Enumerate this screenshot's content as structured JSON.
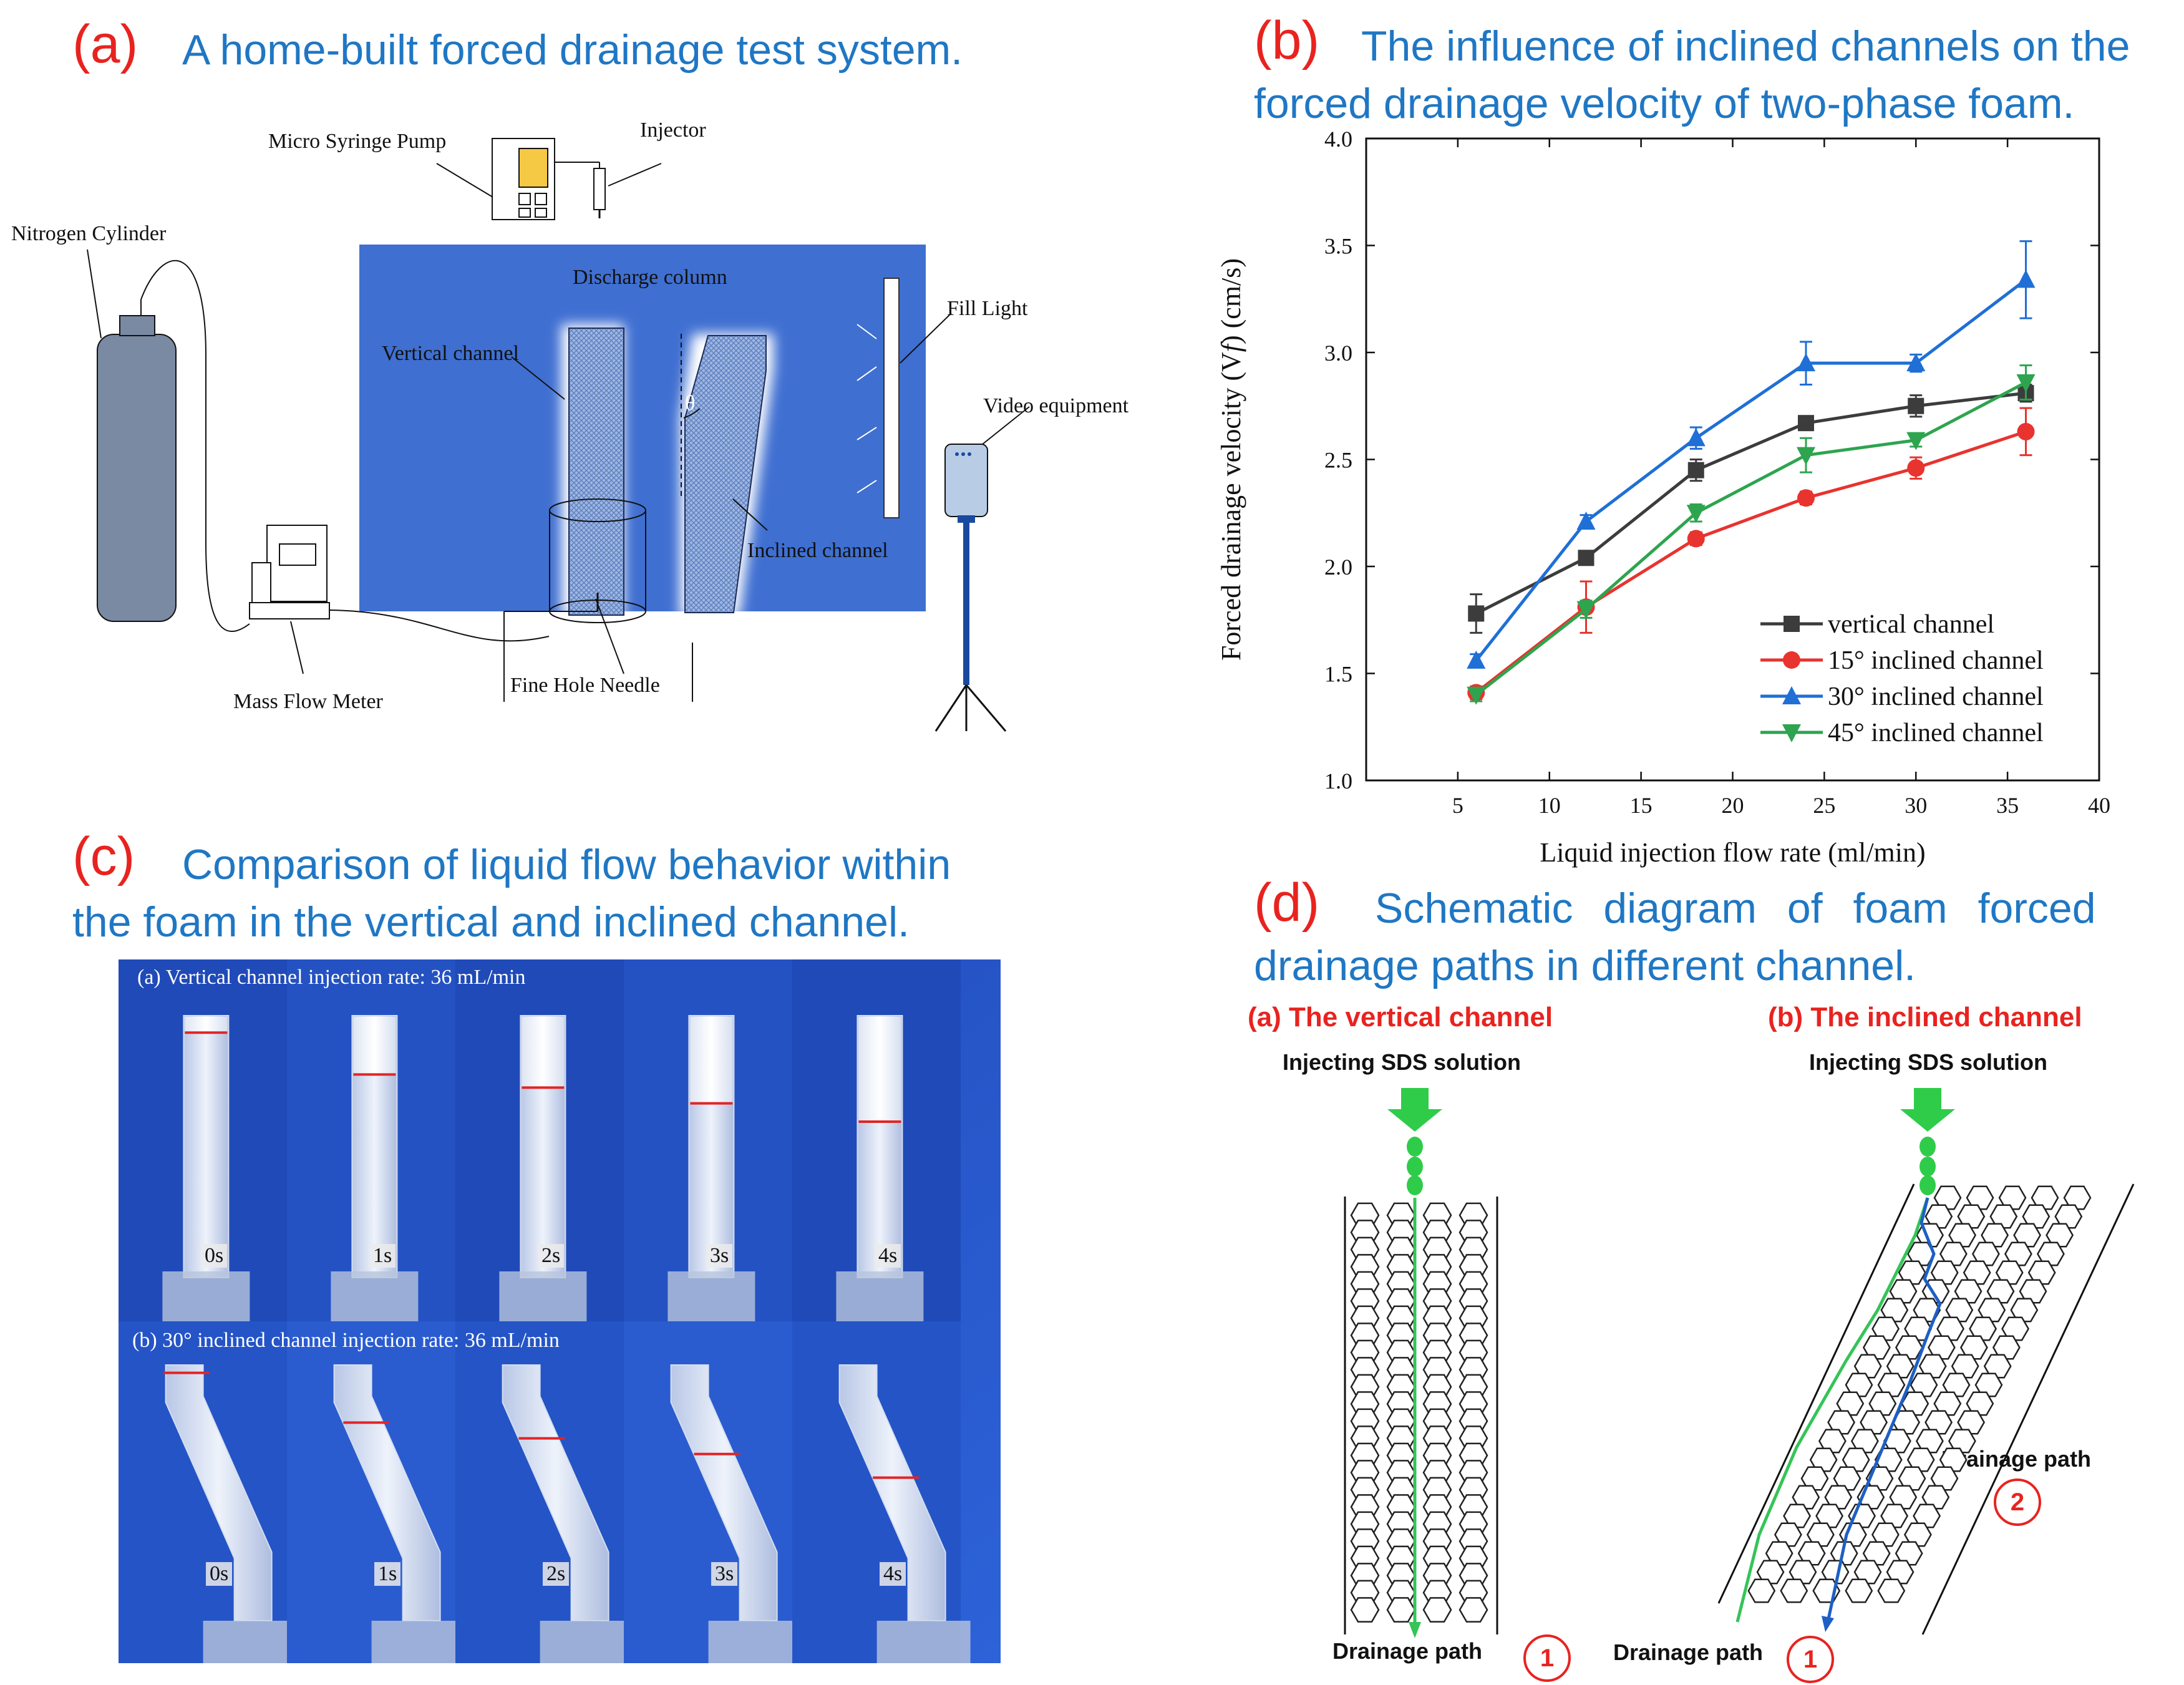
{
  "panel_a": {
    "label": "(a)",
    "title": "A home-built forced drainage test system.",
    "labels": {
      "micro_syringe_pump": "Micro Syringe Pump",
      "injector": "Injector",
      "nitrogen_cylinder": "Nitrogen Cylinder",
      "discharge_column": "Discharge column",
      "vertical_channel": "Vertical channel",
      "fill_light": "Fill Light",
      "video_equipment": "Video equipment",
      "inclined_channel": "Inclined channel",
      "mass_flow_meter": "Mass Flow Meter",
      "fine_hole_needle": "Fine Hole Needle",
      "theta": "θ"
    },
    "colors": {
      "column_bg": "#3f6fd1",
      "pump_screen": "#f6c945",
      "cylinder": "#7a8aa3"
    }
  },
  "panel_b": {
    "label": "(b)",
    "title_line1": "The influence of inclined channels on the",
    "title_line2": "forced drainage velocity of two-phase foam."
  },
  "chart_data": {
    "type": "line",
    "xlabel": "Liquid injection flow rate (ml/min)",
    "ylabel": "Forced drainage velocity (V",
    "ylabel_sub": "f",
    "ylabel_tail": ") (cm/s)",
    "xlim": [
      0,
      40
    ],
    "ylim": [
      1.0,
      4.0
    ],
    "xticks": [
      "5",
      "10",
      "15",
      "20",
      "25",
      "30",
      "35",
      "40"
    ],
    "yticks": [
      "1.0",
      "1.5",
      "2.0",
      "2.5",
      "3.0",
      "3.5",
      "4.0"
    ],
    "x": [
      6,
      12,
      18,
      24,
      30,
      36
    ],
    "legend_position": "bottom-right",
    "series": [
      {
        "name": "vertical channel",
        "color": "#3c3c3c",
        "marker": "square",
        "values": [
          1.78,
          2.04,
          2.45,
          2.67,
          2.75,
          2.81
        ],
        "err": [
          0.09,
          0.02,
          0.05,
          0.03,
          0.05,
          0.04
        ]
      },
      {
        "name": "15° inclined channel",
        "color": "#e8332f",
        "marker": "circle",
        "values": [
          1.41,
          1.81,
          2.13,
          2.32,
          2.46,
          2.63
        ],
        "err": [
          0.03,
          0.12,
          0.03,
          0.03,
          0.05,
          0.11
        ]
      },
      {
        "name": "30° inclined channel",
        "color": "#1f6fd6",
        "marker": "triangle-up",
        "values": [
          1.56,
          2.21,
          2.6,
          2.95,
          2.95,
          3.34
        ],
        "err": [
          0.03,
          0.03,
          0.05,
          0.1,
          0.04,
          0.18
        ]
      },
      {
        "name": "45° inclined channel",
        "color": "#2ea44f",
        "marker": "triangle-down",
        "values": [
          1.4,
          1.8,
          2.25,
          2.52,
          2.59,
          2.86
        ],
        "err": [
          0.03,
          0.04,
          0.04,
          0.08,
          0.03,
          0.08
        ]
      }
    ]
  },
  "panel_c": {
    "label": "(c)",
    "title_line1": "Comparison of liquid flow behavior within",
    "title_line2": "the foam in the vertical and inclined channel.",
    "caption_top": "(a) Vertical channel injection rate: 36 mL/min",
    "caption_bottom": "(b) 30° inclined channel injection rate: 36 mL/min",
    "times": [
      "0s",
      "1s",
      "2s",
      "3s",
      "4s"
    ]
  },
  "panel_d": {
    "label": "(d)",
    "title_line1": "Schematic diagram of foam forced",
    "title_line2": "drainage paths in different channel.",
    "sub_a": "(a) The vertical channel",
    "sub_b": "(b) The inclined channel",
    "injecting": "Injecting SDS solution",
    "drainage_path": "Drainage path",
    "num1": "1",
    "num2": "2"
  }
}
